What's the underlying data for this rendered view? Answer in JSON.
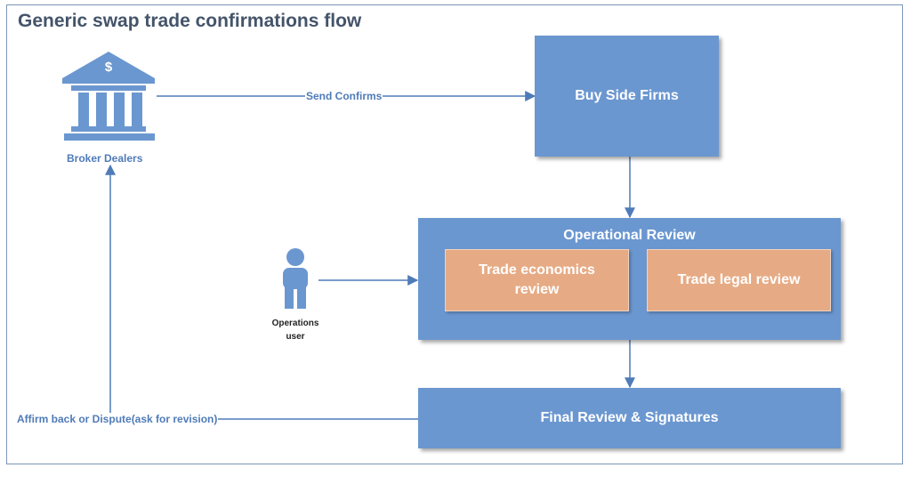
{
  "title": "Generic swap trade confirmations flow",
  "nodes": {
    "broker": {
      "label": "Broker Dealers",
      "icon": "bank-icon",
      "symbol": "$"
    },
    "buy_side": {
      "label": "Buy Side Firms"
    },
    "operational_review": {
      "label": "Operational Review"
    },
    "trade_economics": {
      "label": "Trade economics review"
    },
    "trade_legal": {
      "label": "Trade legal review"
    },
    "operations_user": {
      "label_line1": "Operations",
      "label_line2": "user",
      "icon": "person-icon"
    },
    "final_review": {
      "label": "Final Review & Signatures"
    }
  },
  "edges": {
    "send_confirms": "Send Confirms",
    "affirm_dispute": "Affirm back or Dispute(ask for revision)"
  },
  "colors": {
    "box_blue": "#6b97d0",
    "box_orange": "#e6ab85",
    "connector": "#4f7bb8",
    "title": "#44546a"
  }
}
